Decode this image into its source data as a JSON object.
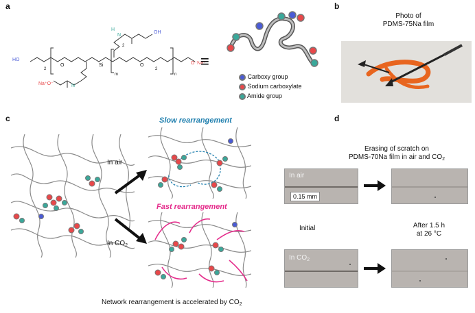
{
  "panels": {
    "a": "a",
    "b": "b",
    "c": "c",
    "d": "d"
  },
  "colors": {
    "carboxy": "#4a5bd6",
    "sodium": "#e8484a",
    "amide": "#3aa89a",
    "slow": "#1f7fae",
    "fast": "#e52d8c",
    "film": "#e8651f"
  },
  "panel_a": {
    "chem": {
      "oh_left": "HO",
      "oh_right": "OH",
      "nh_top": "H",
      "n": "N",
      "na_left": "Na⁺O⁻",
      "na_right": "O⁻Na⁺",
      "sub_2a": "2",
      "sub_2b": "2",
      "sub_2c": "2",
      "sub_n": "n",
      "sub_m": "m",
      "si": "Si",
      "o": "O"
    },
    "equiv": "≡",
    "legend": [
      {
        "label": "Carboxy group",
        "color": "#4a5bd6"
      },
      {
        "label": "Sodium carboxylate",
        "color": "#e8484a"
      },
      {
        "label": "Amide group",
        "color": "#3aa89a"
      }
    ]
  },
  "panel_b": {
    "title_line1": "Photo of",
    "title_line2": "PDMS-75Na film"
  },
  "panel_c": {
    "slow": "Slow rearrangement",
    "fast": "Fast rearrangement",
    "in_air": "In air",
    "in_co2": "In CO",
    "co2_sub": "2",
    "caption": "Network rearrangement is accelerated by CO",
    "caption_sub": "2"
  },
  "panel_d": {
    "title_line1": "Erasing of scratch on",
    "title_line2": "PDMS-70Na film in air and CO",
    "title_sub": "2",
    "in_air": "In air",
    "in_co2": "In CO",
    "co2_sub": "2",
    "scale": "0.15 mm",
    "initial": "Initial",
    "after_line1": "After 1.5 h",
    "after_line2": "at 26 °C"
  }
}
